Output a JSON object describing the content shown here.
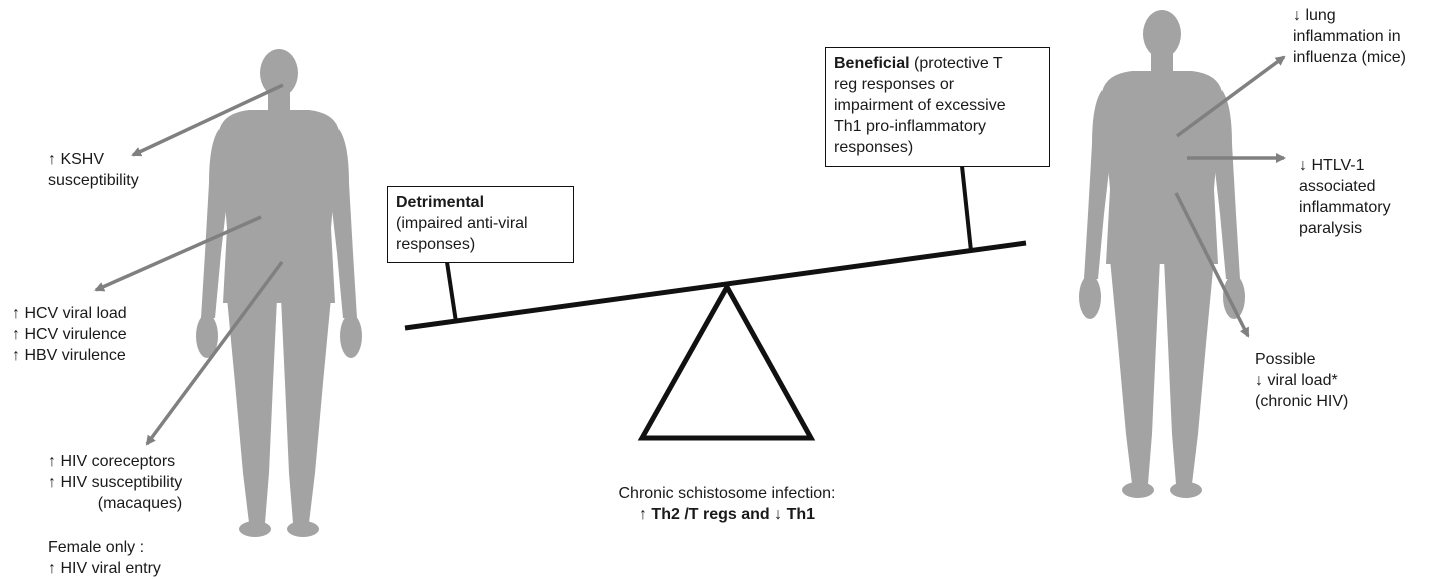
{
  "left_labels": {
    "kshv": [
      "↑ KSHV",
      "susceptibility"
    ],
    "hcv_hbv": [
      "↑ HCV viral load",
      "↑ HCV virulence",
      "↑ HBV virulence"
    ],
    "hiv": [
      "↑ HIV coreceptors",
      "↑ HIV susceptibility",
      "(macaques)"
    ],
    "female": [
      "Female only :",
      "↑ HIV viral entry"
    ]
  },
  "right_labels": {
    "lung": [
      "↓ lung",
      "inflammation in",
      "influenza (mice)"
    ],
    "htlv": [
      "↓ HTLV-1",
      "associated",
      "inflammatory",
      "paralysis"
    ],
    "hiv_load": [
      "Possible",
      "↓ viral load*",
      "(chronic HIV)"
    ]
  },
  "detrimental_box": {
    "title": "Detrimental",
    "lines": [
      "(impaired anti-viral",
      "responses)"
    ]
  },
  "beneficial_box": {
    "title": "Beneficial",
    "first_line_rest": " (protective T",
    "lines": [
      "reg responses or",
      "impairment of excessive",
      "Th1 pro-inflammatory",
      "responses)"
    ]
  },
  "caption": {
    "line1": "Chronic schistosome infection:",
    "line2": "↑ Th2 /T regs and ↓ Th1"
  },
  "colors": {
    "silhouette": "#a3a3a3",
    "arrow": "#808080",
    "line": "#111111"
  }
}
